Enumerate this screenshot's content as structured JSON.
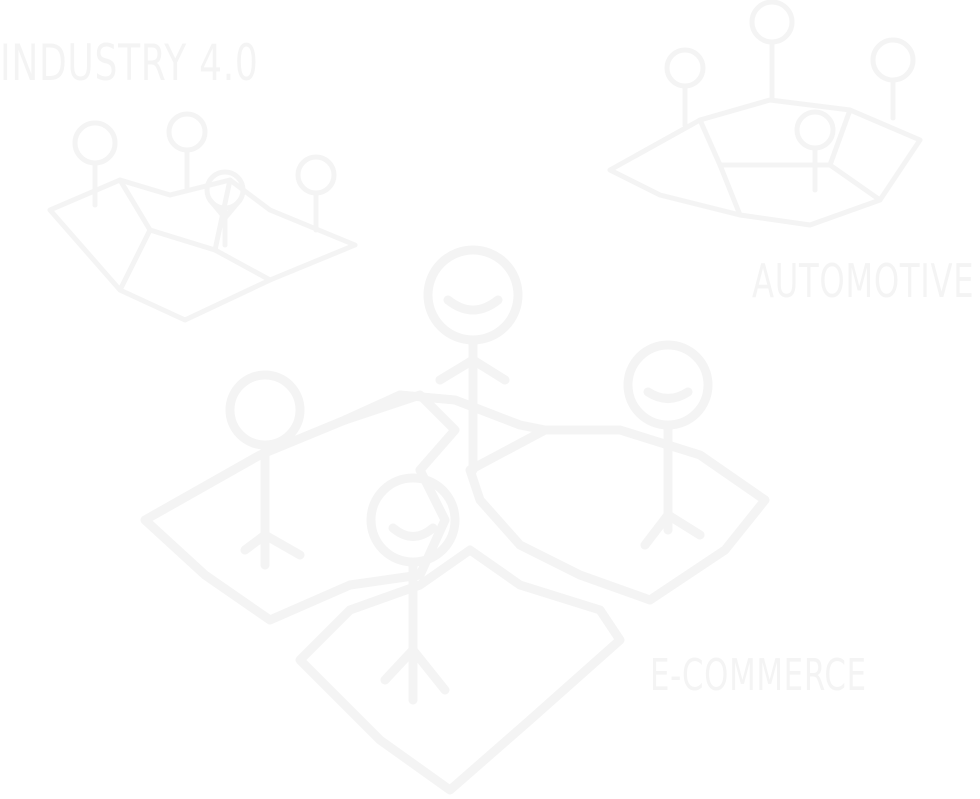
{
  "colors": {
    "background": "#ffffff",
    "line_art": "#f4f4f4",
    "label_text": "#f4f4f4"
  },
  "labels": {
    "industry": "INDUSTRY 4.0",
    "automotive": "AUTOMOTIVE",
    "ecommerce": "E-COMMERCE"
  },
  "icons": [
    "puzzle-people-industry-icon",
    "puzzle-people-automotive-icon",
    "puzzle-people-main-icon"
  ]
}
